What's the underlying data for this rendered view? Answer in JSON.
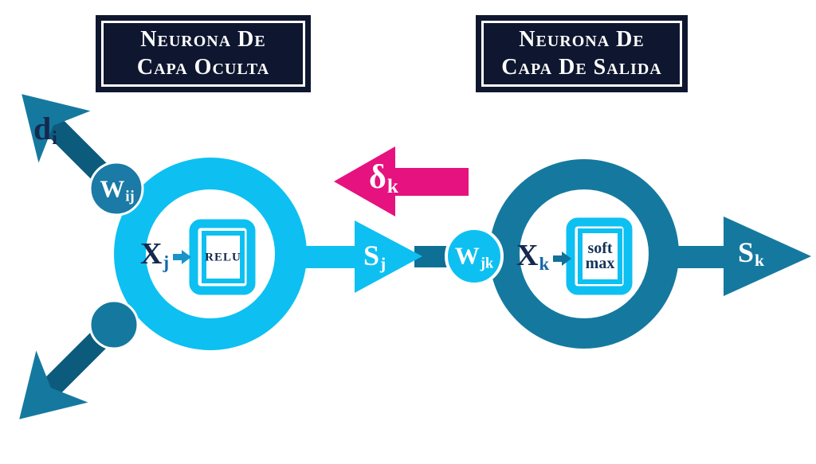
{
  "titles": {
    "hidden": {
      "line1": "Neurona De",
      "line2": "Capa Oculta"
    },
    "output": {
      "line1": "Neurona De",
      "line2": "Capa De Salida"
    }
  },
  "labels": {
    "d_base": "d",
    "d_sub": "i",
    "wij_base": "W",
    "wij_sub": "ij",
    "xj_base": "X",
    "xj_sub": "j",
    "relu": "RELU",
    "sj_base": "S",
    "sj_sub": "j",
    "delta_base": "δ",
    "delta_sub": "k",
    "wjk_base": "W",
    "wjk_sub": "jk",
    "xk_base": "X",
    "xk_sub": "k",
    "softmax_line1": "soft",
    "softmax_line2": "max",
    "sk_base": "S",
    "sk_sub": "k"
  },
  "colors": {
    "cyan": "#0dc0f1",
    "teal": "#15799f",
    "dark_teal": "#0d5b7c",
    "mid_teal": "#0e7095",
    "wij_circle": "#1b7aa6",
    "magenta": "#e5127f",
    "navy_text": "#14294e",
    "box_bg": "#0f1730",
    "white": "#ffffff",
    "arrow_blue": "#1a93c8",
    "arrow_teal": "#11719a"
  }
}
